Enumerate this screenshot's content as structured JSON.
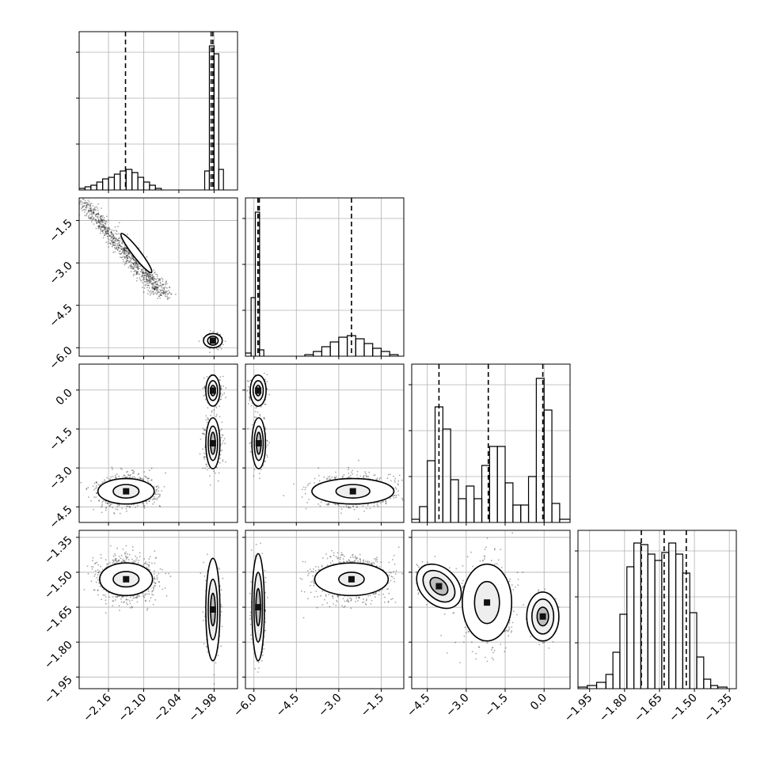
{
  "figure": {
    "type": "corner_plot",
    "n_parameters": 4,
    "grid": true,
    "colors": {
      "line": "#000000",
      "grid": "#b0b0b0",
      "scatter": "#000000",
      "contour_fill": "#f0f0f0"
    }
  },
  "chart_data": [
    {
      "id": "hist-p1",
      "type": "histogram",
      "xlim": [
        -2.21,
        -1.94
      ],
      "ylim": [
        0,
        1
      ],
      "bins": [
        {
          "x0": -2.21,
          "x1": -2.2,
          "h": 0.01
        },
        {
          "x0": -2.2,
          "x1": -2.19,
          "h": 0.02
        },
        {
          "x0": -2.19,
          "x1": -2.18,
          "h": 0.03
        },
        {
          "x0": -2.18,
          "x1": -2.17,
          "h": 0.05
        },
        {
          "x0": -2.17,
          "x1": -2.16,
          "h": 0.07
        },
        {
          "x0": -2.16,
          "x1": -2.15,
          "h": 0.08
        },
        {
          "x0": -2.15,
          "x1": -2.14,
          "h": 0.1
        },
        {
          "x0": -2.14,
          "x1": -2.13,
          "h": 0.12
        },
        {
          "x0": -2.13,
          "x1": -2.12,
          "h": 0.13
        },
        {
          "x0": -2.12,
          "x1": -2.11,
          "h": 0.11
        },
        {
          "x0": -2.11,
          "x1": -2.1,
          "h": 0.08
        },
        {
          "x0": -2.1,
          "x1": -2.09,
          "h": 0.05
        },
        {
          "x0": -2.09,
          "x1": -2.08,
          "h": 0.03
        },
        {
          "x0": -2.08,
          "x1": -2.07,
          "h": 0.01
        },
        {
          "x0": -1.996,
          "x1": -1.988,
          "h": 0.12
        },
        {
          "x0": -1.988,
          "x1": -1.98,
          "h": 0.91
        },
        {
          "x0": -1.98,
          "x1": -1.972,
          "h": 0.86
        },
        {
          "x0": -1.972,
          "x1": -1.964,
          "h": 0.13
        }
      ],
      "quantiles": [
        -2.131,
        -1.985,
        -1.982
      ]
    },
    {
      "id": "hist-p2",
      "type": "histogram",
      "xlim": [
        -6.3,
        -0.7
      ],
      "ylim": [
        0,
        1
      ],
      "bins": [
        {
          "x0": -6.3,
          "x1": -6.1,
          "h": 0.02
        },
        {
          "x0": -6.1,
          "x1": -5.95,
          "h": 0.37
        },
        {
          "x0": -5.95,
          "x1": -5.8,
          "h": 0.91
        },
        {
          "x0": -5.8,
          "x1": -5.65,
          "h": 0.04
        },
        {
          "x0": -4.2,
          "x1": -3.9,
          "h": 0.01
        },
        {
          "x0": -3.9,
          "x1": -3.6,
          "h": 0.03
        },
        {
          "x0": -3.6,
          "x1": -3.3,
          "h": 0.06
        },
        {
          "x0": -3.3,
          "x1": -3.0,
          "h": 0.09
        },
        {
          "x0": -3.0,
          "x1": -2.7,
          "h": 0.12
        },
        {
          "x0": -2.7,
          "x1": -2.4,
          "h": 0.13
        },
        {
          "x0": -2.4,
          "x1": -2.1,
          "h": 0.11
        },
        {
          "x0": -2.1,
          "x1": -1.8,
          "h": 0.08
        },
        {
          "x0": -1.8,
          "x1": -1.5,
          "h": 0.05
        },
        {
          "x0": -1.5,
          "x1": -1.2,
          "h": 0.03
        },
        {
          "x0": -1.2,
          "x1": -0.9,
          "h": 0.01
        }
      ],
      "quantiles": [
        -5.86,
        -5.81,
        -2.55
      ]
    },
    {
      "id": "hist-p3",
      "type": "histogram",
      "xlim": [
        -5.1,
        1.0
      ],
      "ylim": [
        0,
        1
      ],
      "bins": [
        {
          "x0": -5.1,
          "x1": -4.8,
          "h": 0.02
        },
        {
          "x0": -4.8,
          "x1": -4.5,
          "h": 0.1
        },
        {
          "x0": -4.5,
          "x1": -4.2,
          "h": 0.39
        },
        {
          "x0": -4.2,
          "x1": -3.9,
          "h": 0.73
        },
        {
          "x0": -3.9,
          "x1": -3.6,
          "h": 0.59
        },
        {
          "x0": -3.6,
          "x1": -3.3,
          "h": 0.27
        },
        {
          "x0": -3.3,
          "x1": -3.0,
          "h": 0.15
        },
        {
          "x0": -3.0,
          "x1": -2.7,
          "h": 0.23
        },
        {
          "x0": -2.7,
          "x1": -2.4,
          "h": 0.15
        },
        {
          "x0": -2.4,
          "x1": -2.1,
          "h": 0.36
        },
        {
          "x0": -2.1,
          "x1": -1.8,
          "h": 0.48
        },
        {
          "x0": -1.8,
          "x1": -1.5,
          "h": 0.48
        },
        {
          "x0": -1.5,
          "x1": -1.2,
          "h": 0.25
        },
        {
          "x0": -1.2,
          "x1": -0.9,
          "h": 0.11
        },
        {
          "x0": -0.9,
          "x1": -0.6,
          "h": 0.11
        },
        {
          "x0": -0.6,
          "x1": -0.3,
          "h": 0.29
        },
        {
          "x0": -0.3,
          "x1": 0.0,
          "h": 0.91
        },
        {
          "x0": 0.0,
          "x1": 0.3,
          "h": 0.71
        },
        {
          "x0": 0.3,
          "x1": 0.6,
          "h": 0.12
        },
        {
          "x0": 0.6,
          "x1": 1.0,
          "h": 0.02
        }
      ],
      "quantiles": [
        -4.05,
        -2.15,
        -0.05
      ]
    },
    {
      "id": "hist-p4",
      "type": "histogram",
      "xlim": [
        -2.0,
        -1.32
      ],
      "ylim": [
        0,
        1
      ],
      "bins": [
        {
          "x0": -2.0,
          "x1": -1.96,
          "h": 0.01
        },
        {
          "x0": -1.96,
          "x1": -1.92,
          "h": 0.02
        },
        {
          "x0": -1.92,
          "x1": -1.88,
          "h": 0.04
        },
        {
          "x0": -1.88,
          "x1": -1.85,
          "h": 0.09
        },
        {
          "x0": -1.85,
          "x1": -1.82,
          "h": 0.23
        },
        {
          "x0": -1.82,
          "x1": -1.79,
          "h": 0.47
        },
        {
          "x0": -1.79,
          "x1": -1.76,
          "h": 0.77
        },
        {
          "x0": -1.76,
          "x1": -1.73,
          "h": 0.92
        },
        {
          "x0": -1.73,
          "x1": -1.7,
          "h": 0.91
        },
        {
          "x0": -1.7,
          "x1": -1.67,
          "h": 0.85
        },
        {
          "x0": -1.67,
          "x1": -1.64,
          "h": 0.81
        },
        {
          "x0": -1.64,
          "x1": -1.61,
          "h": 0.86
        },
        {
          "x0": -1.61,
          "x1": -1.58,
          "h": 0.92
        },
        {
          "x0": -1.58,
          "x1": -1.55,
          "h": 0.85
        },
        {
          "x0": -1.55,
          "x1": -1.52,
          "h": 0.73
        },
        {
          "x0": -1.52,
          "x1": -1.49,
          "h": 0.48
        },
        {
          "x0": -1.49,
          "x1": -1.46,
          "h": 0.2
        },
        {
          "x0": -1.46,
          "x1": -1.43,
          "h": 0.06
        },
        {
          "x0": -1.43,
          "x1": -1.4,
          "h": 0.02
        },
        {
          "x0": -1.4,
          "x1": -1.36,
          "h": 0.01
        }
      ],
      "quantiles": [
        -1.728,
        -1.63,
        -1.535
      ]
    },
    {
      "id": "scatter-p1-p2",
      "type": "scatter",
      "xlim": [
        -2.21,
        -1.94
      ],
      "ylim": [
        -6.3,
        -0.7
      ],
      "clusters": [
        {
          "kind": "line",
          "x0": -2.205,
          "y0": -0.85,
          "x1": -2.065,
          "y1": -4.15,
          "width": 0.45,
          "n": 950,
          "inner": [
            [
              -2.135,
              -2.05,
              -2.09,
              -3.25
            ]
          ]
        },
        {
          "kind": "blob",
          "cx": -1.982,
          "cy": -5.75,
          "sx": 0.007,
          "sy": 0.13,
          "n": 260,
          "contours": [
            [
              0.016,
              0.25
            ],
            [
              0.009,
              0.16
            ]
          ]
        }
      ]
    },
    {
      "id": "scatter-p1-p3",
      "type": "scatter",
      "xlim": [
        -2.21,
        -1.94
      ],
      "ylim": [
        -5.1,
        1.0
      ],
      "clusters": [
        {
          "kind": "blob",
          "cx": -2.13,
          "cy": -3.9,
          "sx": 0.025,
          "sy": 0.3,
          "n": 900,
          "contours": [
            [
              0.048,
              0.49
            ],
            [
              0.022,
              0.26
            ]
          ]
        },
        {
          "kind": "blob",
          "cx": -1.982,
          "cy": -2.05,
          "sx": 0.007,
          "sy": 0.45,
          "n": 380,
          "contours": [
            [
              0.012,
              0.98
            ],
            [
              0.008,
              0.66
            ],
            [
              0.004,
              0.42
            ]
          ]
        },
        {
          "kind": "blob",
          "cx": -1.982,
          "cy": -0.02,
          "sx": 0.007,
          "sy": 0.25,
          "n": 340,
          "contours": [
            [
              0.012,
              0.6
            ],
            [
              0.008,
              0.38
            ],
            [
              0.004,
              0.2
            ]
          ]
        }
      ]
    },
    {
      "id": "scatter-p1-p4",
      "type": "scatter",
      "xlim": [
        -2.21,
        -1.94
      ],
      "ylim": [
        -2.0,
        -1.32
      ],
      "clusters": [
        {
          "kind": "blob",
          "cx": -2.13,
          "cy": -1.53,
          "sx": 0.025,
          "sy": 0.05,
          "n": 850,
          "contours": [
            [
              0.045,
              0.07
            ],
            [
              0.022,
              0.033
            ]
          ]
        },
        {
          "kind": "blob",
          "cx": -1.982,
          "cy": -1.66,
          "sx": 0.006,
          "sy": 0.09,
          "n": 520,
          "contours": [
            [
              0.012,
              0.22
            ],
            [
              0.008,
              0.13
            ],
            [
              0.004,
              0.07
            ]
          ]
        }
      ]
    },
    {
      "id": "scatter-p2-p3",
      "type": "scatter",
      "xlim": [
        -6.3,
        -0.7
      ],
      "ylim": [
        -5.1,
        1.0
      ],
      "clusters": [
        {
          "kind": "blob",
          "cx": -2.5,
          "cy": -3.9,
          "sx": 0.7,
          "sy": 0.3,
          "n": 900,
          "contours": [
            [
              1.45,
              0.49
            ],
            [
              0.6,
              0.26
            ]
          ]
        },
        {
          "kind": "blob",
          "cx": -5.83,
          "cy": -2.05,
          "sx": 0.12,
          "sy": 0.45,
          "n": 380,
          "contours": [
            [
              0.24,
              0.98
            ],
            [
              0.16,
              0.66
            ],
            [
              0.08,
              0.42
            ]
          ]
        },
        {
          "kind": "blob",
          "cx": -5.85,
          "cy": -0.02,
          "sx": 0.14,
          "sy": 0.25,
          "n": 340,
          "contours": [
            [
              0.28,
              0.6
            ],
            [
              0.18,
              0.38
            ],
            [
              0.09,
              0.2
            ]
          ]
        }
      ]
    },
    {
      "id": "scatter-p2-p4",
      "type": "scatter",
      "xlim": [
        -6.3,
        -0.7
      ],
      "ylim": [
        -2.0,
        -1.32
      ],
      "clusters": [
        {
          "kind": "blob",
          "cx": -2.55,
          "cy": -1.53,
          "sx": 0.7,
          "sy": 0.05,
          "n": 850,
          "contours": [
            [
              1.3,
              0.07
            ],
            [
              0.45,
              0.03
            ]
          ]
        },
        {
          "kind": "blob",
          "cx": -5.85,
          "cy": -1.65,
          "sx": 0.11,
          "sy": 0.1,
          "n": 540,
          "contours": [
            [
              0.22,
              0.23
            ],
            [
              0.15,
              0.15
            ],
            [
              0.08,
              0.08
            ]
          ]
        }
      ]
    },
    {
      "id": "scatter-p3-p4",
      "type": "scatter",
      "xlim": [
        -5.1,
        1.0
      ],
      "ylim": [
        -2.0,
        -1.32
      ],
      "clusters": [
        {
          "kind": "blob",
          "cx": -4.05,
          "cy": -1.56,
          "sx": 0.28,
          "sy": 0.05,
          "n": 420,
          "rot": -0.8,
          "contours": [
            [
              0.7,
              0.11
            ],
            [
              0.48,
              0.08
            ],
            [
              0.26,
              0.045
            ]
          ]
        },
        {
          "kind": "blob",
          "cx": -2.2,
          "cy": -1.63,
          "sx": 0.48,
          "sy": 0.09,
          "n": 600,
          "contours": [
            [
              0.95,
              0.165
            ],
            [
              0.48,
              0.09
            ]
          ]
        },
        {
          "kind": "blob",
          "cx": -0.05,
          "cy": -1.69,
          "sx": 0.2,
          "sy": 0.045,
          "n": 460,
          "contours": [
            [
              0.62,
              0.105
            ],
            [
              0.42,
              0.075
            ],
            [
              0.22,
              0.04
            ]
          ]
        }
      ]
    }
  ],
  "axes": {
    "x_ticks": {
      "p1": [
        "−2.16",
        "−2.10",
        "−2.04",
        "−1.98"
      ],
      "p2": [
        "−6.0",
        "−4.5",
        "−3.0",
        "−1.5"
      ],
      "p3": [
        "−4.5",
        "−3.0",
        "−1.5",
        "0.0"
      ],
      "p4": [
        "−1.95",
        "−1.80",
        "−1.65",
        "−1.50",
        "−1.35"
      ]
    },
    "y_ticks": {
      "p2": [
        "−1.5",
        "−3.0",
        "−4.5",
        "−6.0"
      ],
      "p3": [
        "0.0",
        "−1.5",
        "−3.0",
        "−4.5"
      ],
      "p4": [
        "−1.35",
        "−1.50",
        "−1.65",
        "−1.80",
        "−1.95"
      ]
    },
    "x_tick_values": {
      "p1": [
        -2.16,
        -2.1,
        -2.04,
        -1.98
      ],
      "p2": [
        -6.0,
        -4.5,
        -3.0,
        -1.5
      ],
      "p3": [
        -4.5,
        -3.0,
        -1.5,
        0.0
      ],
      "p4": [
        -1.95,
        -1.8,
        -1.65,
        -1.5,
        -1.35
      ]
    },
    "y_tick_values": {
      "p2": [
        -1.5,
        -3.0,
        -4.5,
        -6.0
      ],
      "p3": [
        0.0,
        -1.5,
        -3.0,
        -4.5
      ],
      "p4": [
        -1.35,
        -1.5,
        -1.65,
        -1.8,
        -1.95
      ]
    }
  }
}
